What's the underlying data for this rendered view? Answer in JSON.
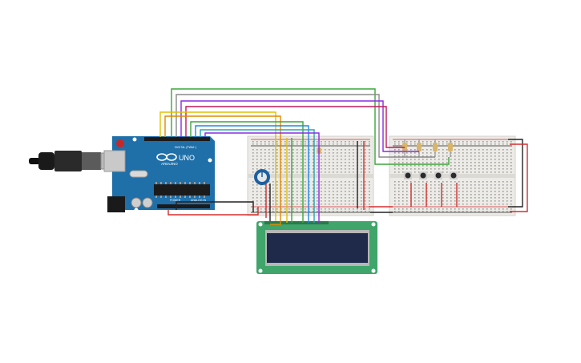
{
  "arduino": {
    "brand": "ARDUINO",
    "model": "UNO",
    "digital_label": "DIGITAL (PWM~)",
    "power_label": "POWER",
    "analog_label": "ANALOG IN",
    "board_color": "#1f6fa8",
    "logo_lettering": "∞"
  },
  "colors": {
    "breadboard": "#ecebe7",
    "rail_red": "#d32f2f",
    "rail_black": "#222222",
    "lcd_pcb": "#3fa56a",
    "lcd_screen": "#1f2a4a",
    "resistor": "#d8b56b",
    "pot": "#1d5fa0",
    "button": "#2a2a2a",
    "wire_yellow": "#e0c000",
    "wire_orange": "#e08a00",
    "wire_green": "#3aa63a",
    "wire_purple": "#8a2be2",
    "wire_blue": "#1e88e5",
    "wire_cyan": "#26a6b0",
    "wire_gray": "#8a8a8a",
    "wire_magenta": "#c2185b",
    "wire_red": "#d32f2f",
    "wire_black": "#222222"
  },
  "icons": {
    "usb": "usb-plug-icon",
    "potentiometer": "potentiometer-icon",
    "pushbutton": "pushbutton-icon",
    "resistor": "resistor-icon"
  }
}
